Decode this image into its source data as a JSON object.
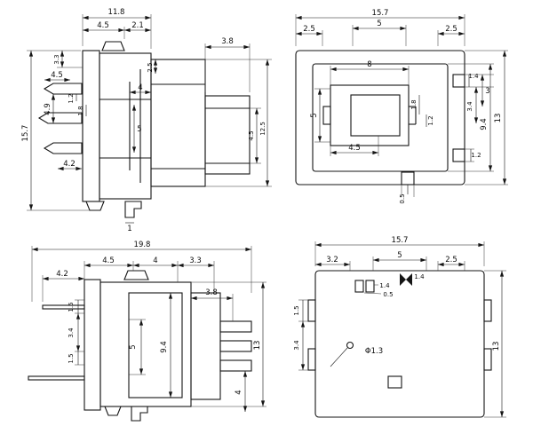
{
  "colors": {
    "background": "#ffffff",
    "line": "#151515"
  },
  "views": {
    "v1": {
      "labels": [
        "11.8",
        "4.5",
        "2.1",
        "3.8",
        "15.7",
        "3.3",
        "4.5",
        "1.2",
        "1.8",
        "4.9",
        "4.2",
        "2.5",
        "4",
        "5",
        "4.5",
        "12.5",
        "1"
      ]
    },
    "v2": {
      "labels": [
        "15.7",
        "2.5",
        "5",
        "2.5",
        "8",
        "5",
        "4.5",
        "1.8",
        "1.2",
        "1.4",
        "3",
        "3.4",
        "9.4",
        "13",
        "1.2",
        "0.5"
      ]
    },
    "v3": {
      "labels": [
        "19.8",
        "4.5",
        "4",
        "3.3",
        "4.2",
        "3.8",
        "1.5",
        "3.4",
        "1.5",
        "5",
        "9.4",
        "13",
        "4"
      ]
    },
    "v4": {
      "labels": [
        "15.7",
        "3.2",
        "5",
        "2.5",
        "1.4",
        "0.5",
        "1.4",
        "1.5",
        "3.4",
        "Φ1.3",
        "13"
      ]
    }
  }
}
